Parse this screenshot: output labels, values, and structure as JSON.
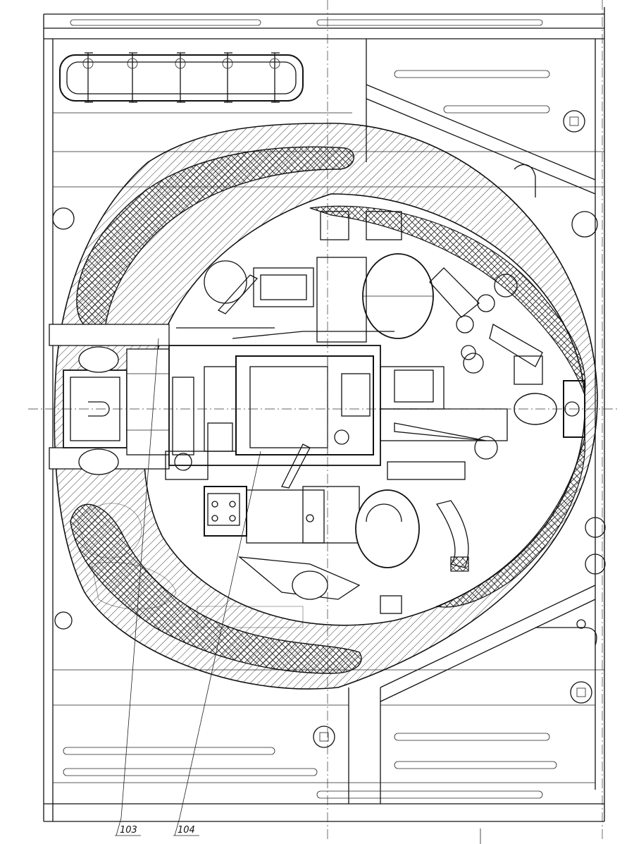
{
  "callouts": [
    {
      "id": "callout-103",
      "label": "103"
    },
    {
      "id": "callout-104",
      "label": "104"
    }
  ]
}
